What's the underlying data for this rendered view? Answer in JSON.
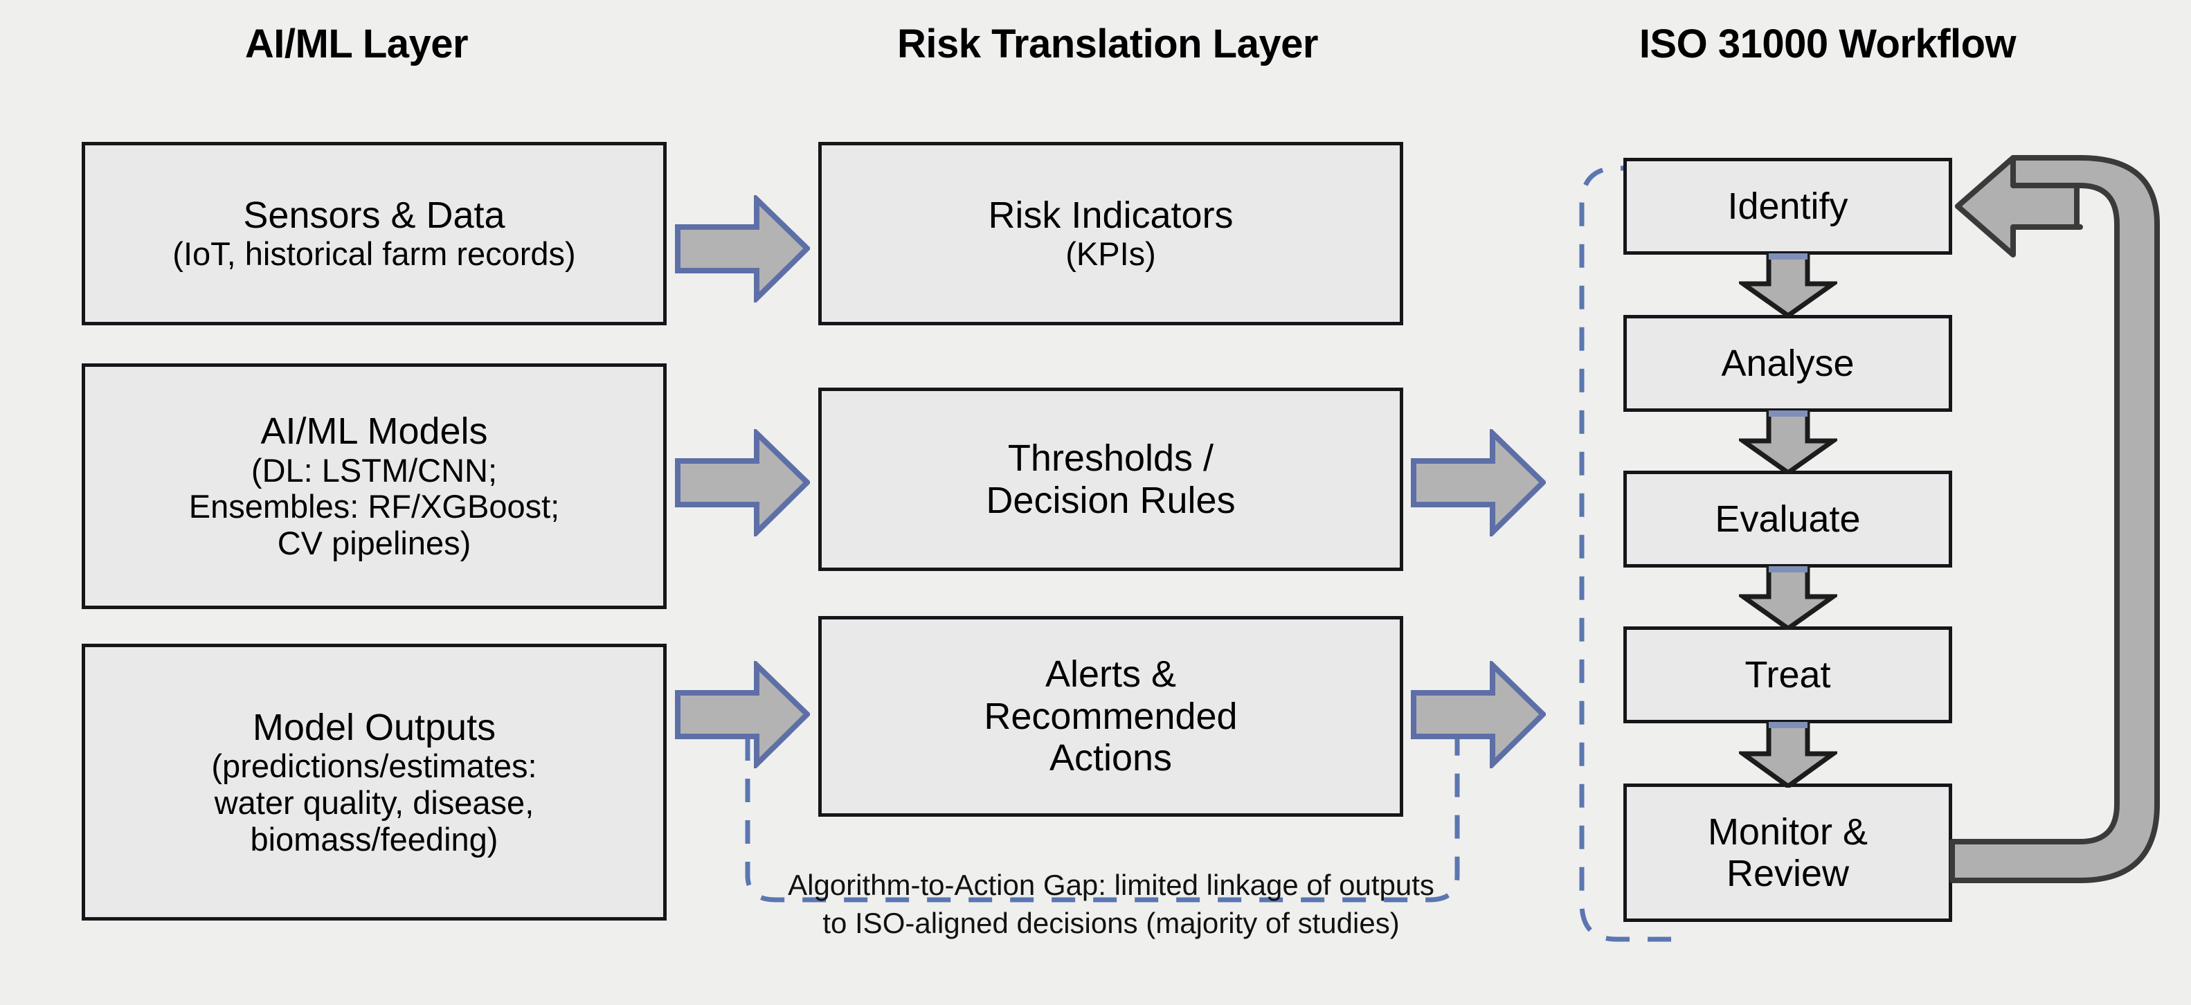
{
  "figure": {
    "background_color": "#efefee",
    "box_fill": "#e9e9e9",
    "box_border": "#16161a",
    "arrow_fill": "#b3b3b3",
    "arrow_outline": "#5d6fa6",
    "loop_outline": "#3a3a3a",
    "dashed_color": "#5b76b0"
  },
  "columns": [
    {
      "id": "aiml",
      "title": "AI/ML Layer"
    },
    {
      "id": "risk",
      "title": "Risk Translation Layer"
    },
    {
      "id": "iso",
      "title": "ISO 31000 Workflow"
    }
  ],
  "aiml_layer": {
    "boxes": [
      {
        "title": "Sensors & Data",
        "subtitle": [
          "(IoT, historical farm records)"
        ]
      },
      {
        "title": "AI/ML Models",
        "subtitle": [
          "(DL: LSTM/CNN;",
          "Ensembles: RF/XGBoost;",
          "CV pipelines)"
        ]
      },
      {
        "title": "Model Outputs",
        "subtitle": [
          "(predictions/estimates:",
          "water quality, disease,",
          "biomass/feeding)"
        ]
      }
    ]
  },
  "risk_translation_layer": {
    "boxes": [
      {
        "title": "Risk Indicators",
        "subtitle": [
          "(KPIs)"
        ]
      },
      {
        "title": "Thresholds /",
        "subtitle": [
          "Decision Rules"
        ]
      },
      {
        "title": "Alerts &",
        "subtitle": [
          "Recommended",
          "Actions"
        ]
      }
    ]
  },
  "iso_workflow": {
    "steps": [
      {
        "label": "Identify"
      },
      {
        "label": "Analyse"
      },
      {
        "label": "Evaluate"
      },
      {
        "label": "Treat"
      },
      {
        "label": "Monitor &",
        "label2": "Review"
      }
    ],
    "feedback_arrow": "monitor-review-back-to-identify"
  },
  "annotation": {
    "caption_line1": "Algorithm-to-Action Gap: limited linkage of outputs",
    "caption_line2": "to ISO-aligned decisions (majority of studies)"
  },
  "connector_arrows": [
    {
      "name": "sensors-to-risk-indicators"
    },
    {
      "name": "models-to-thresholds"
    },
    {
      "name": "outputs-to-alerts"
    },
    {
      "name": "thresholds-to-workflow"
    },
    {
      "name": "alerts-to-workflow"
    }
  ]
}
